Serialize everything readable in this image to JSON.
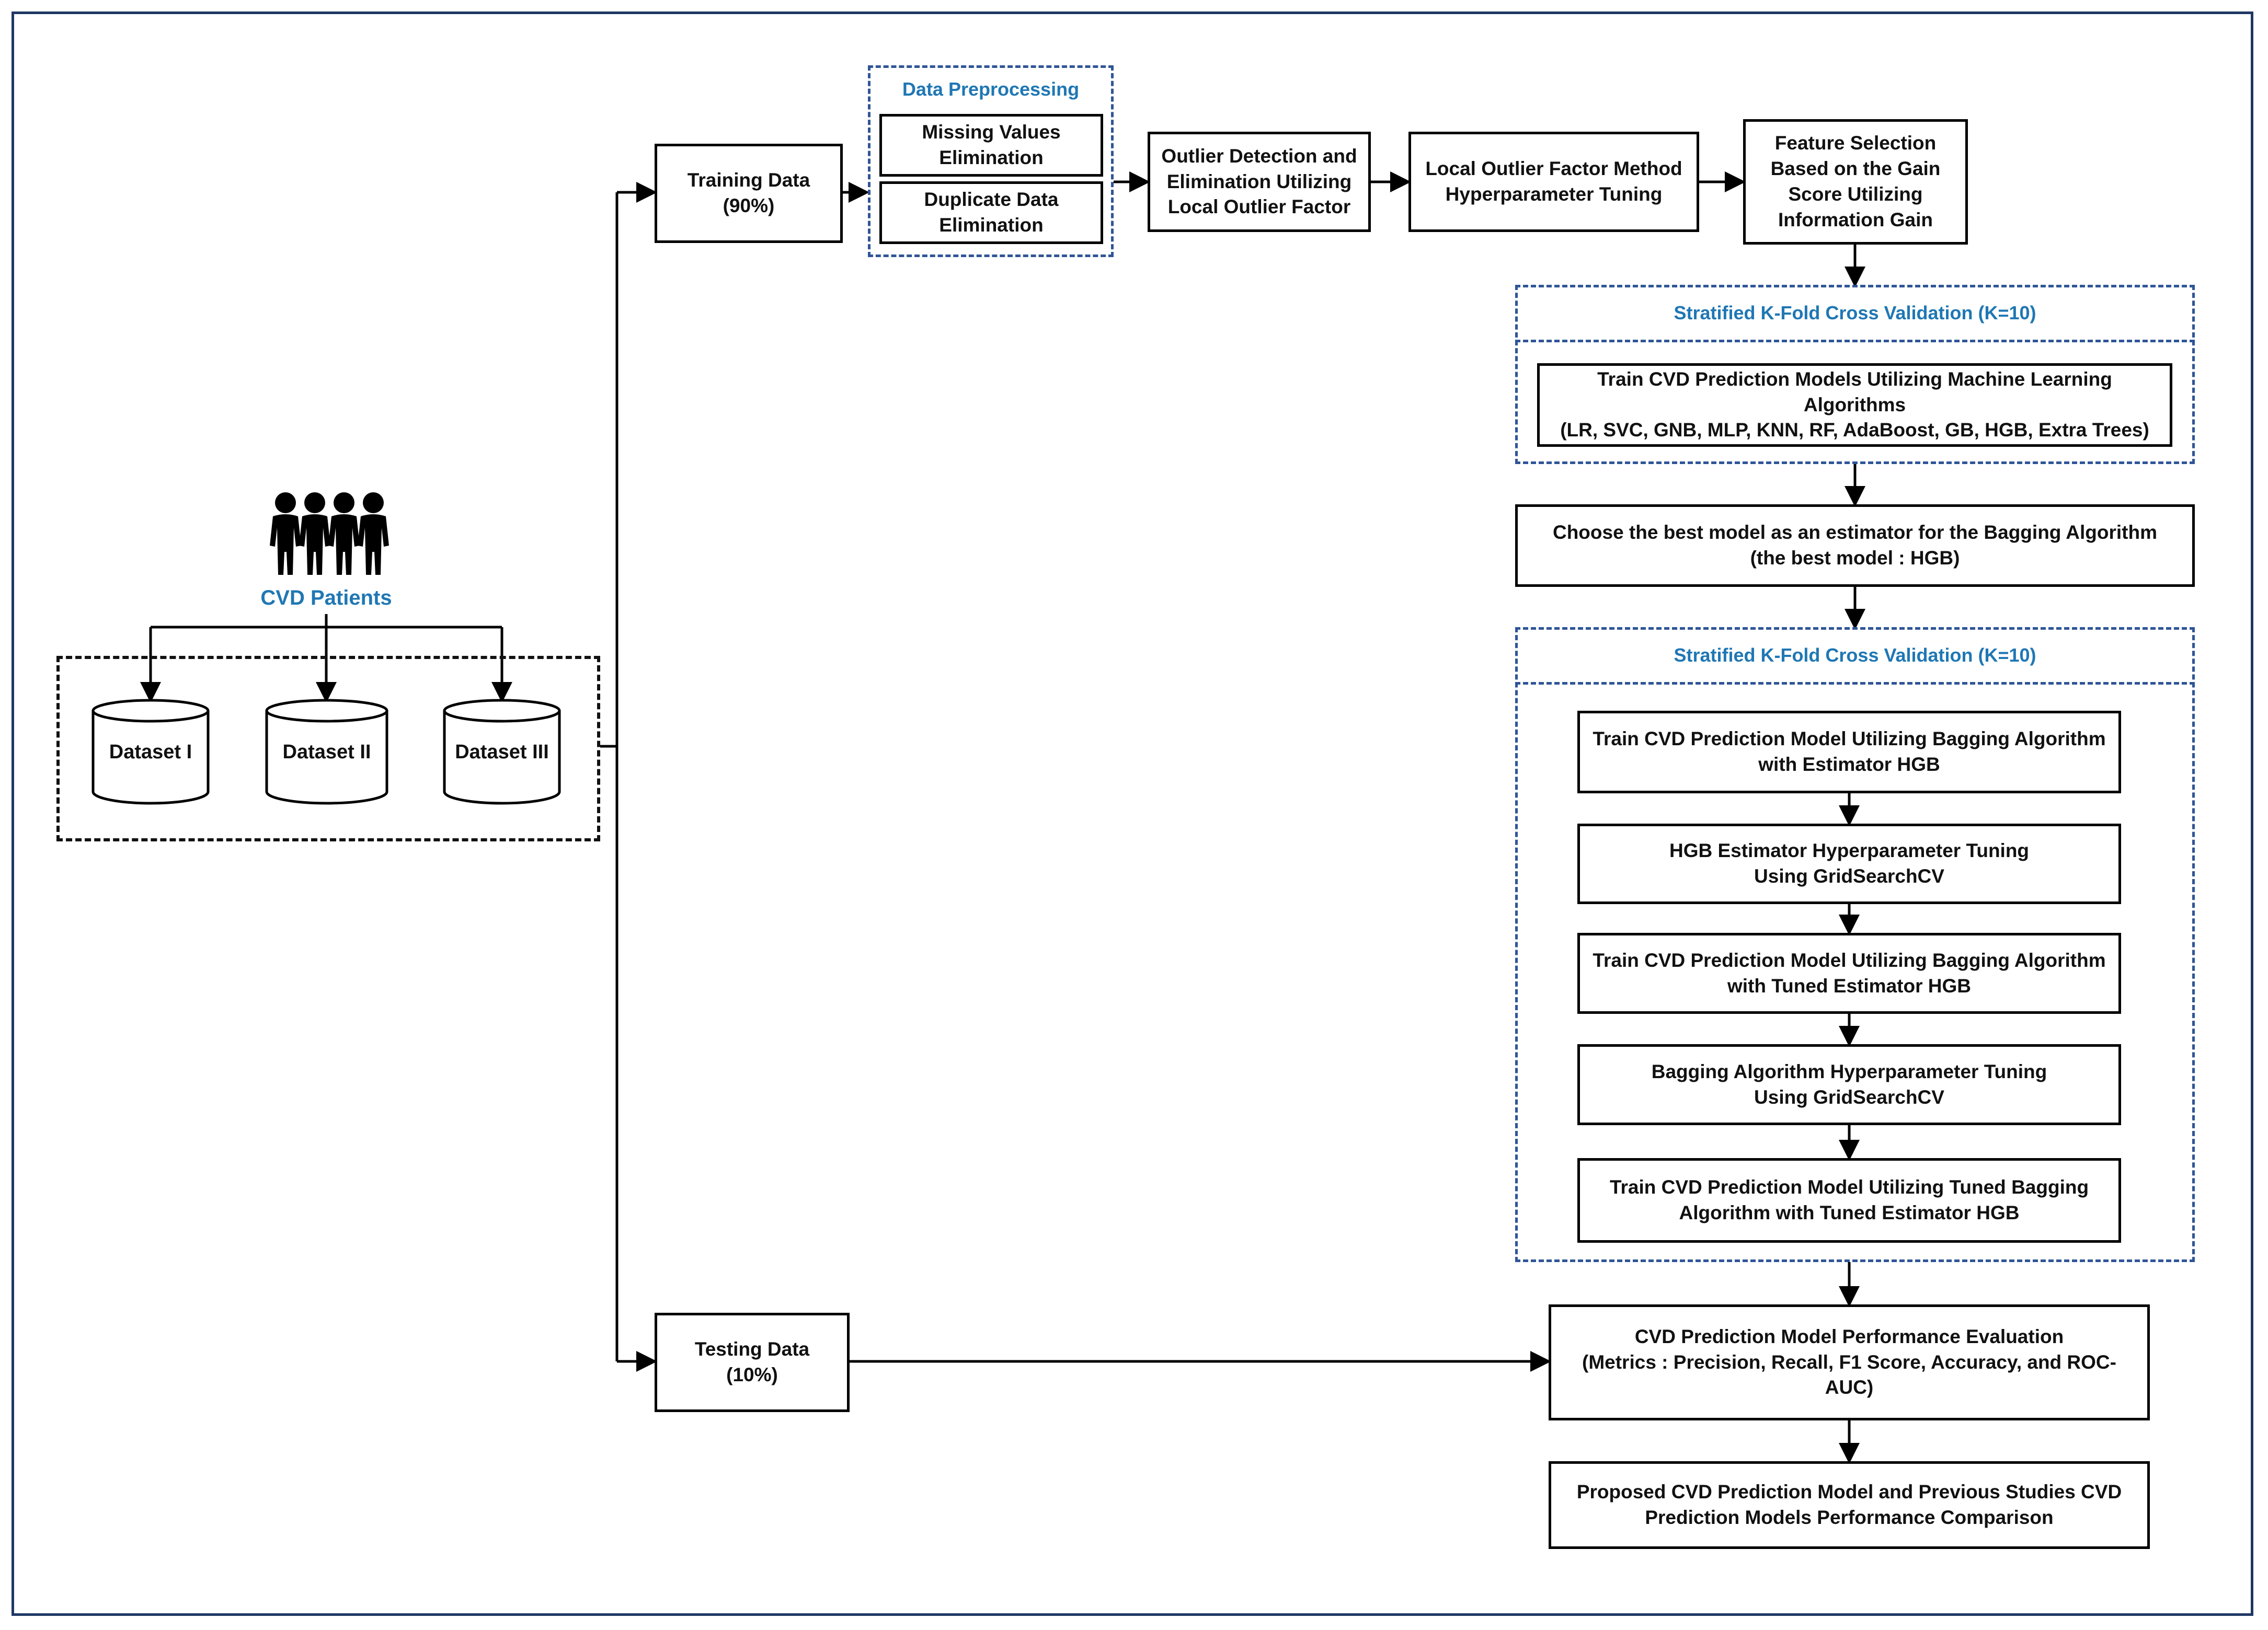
{
  "patients": {
    "label": "CVD Patients",
    "icon": "people-group-icon"
  },
  "datasets": [
    "Dataset I",
    "Dataset II",
    "Dataset III"
  ],
  "training_data": "Training Data\n(90%)",
  "testing_data": "Testing Data\n(10%)",
  "preprocessing": {
    "title": "Data Preprocessing",
    "steps": [
      "Missing Values\nElimination",
      "Duplicate Data\nElimination"
    ]
  },
  "outlier_detection": "Outlier Detection and\nElimination Utilizing\nLocal Outlier Factor",
  "lof_tuning": "Local Outlier Factor Method\nHyperparameter Tuning",
  "feature_selection": "Feature Selection\nBased on the Gain\nScore Utilizing\nInformation Gain",
  "cv_block_1": {
    "title": "Stratified K-Fold Cross Validation (K=10)",
    "step": "Train CVD Prediction Models Utilizing Machine Learning Algorithms\n(LR, SVC, GNB, MLP, KNN, RF, AdaBoost, GB, HGB, Extra Trees)"
  },
  "best_model": "Choose the best model as an estimator for the Bagging Algorithm\n(the best model : HGB)",
  "cv_block_2": {
    "title": "Stratified K-Fold Cross Validation (K=10)",
    "steps": [
      "Train CVD Prediction Model Utilizing Bagging Algorithm\nwith Estimator HGB",
      "HGB Estimator Hyperparameter Tuning\nUsing GridSearchCV",
      "Train CVD Prediction Model Utilizing Bagging Algorithm\nwith Tuned Estimator HGB",
      "Bagging Algorithm Hyperparameter Tuning\nUsing GridSearchCV",
      "Train CVD Prediction Model Utilizing Tuned Bagging\nAlgorithm with Tuned Estimator HGB"
    ]
  },
  "evaluation": "CVD Prediction Model Performance Evaluation\n(Metrics : Precision, Recall, F1 Score, Accuracy, and ROC-AUC)",
  "comparison": "Proposed CVD Prediction Model and Previous Studies CVD\nPrediction Models Performance Comparison",
  "colors": {
    "accent_blue": "#1f77b4",
    "dashed_blue": "#2f5597",
    "frame": "#1f3864"
  }
}
